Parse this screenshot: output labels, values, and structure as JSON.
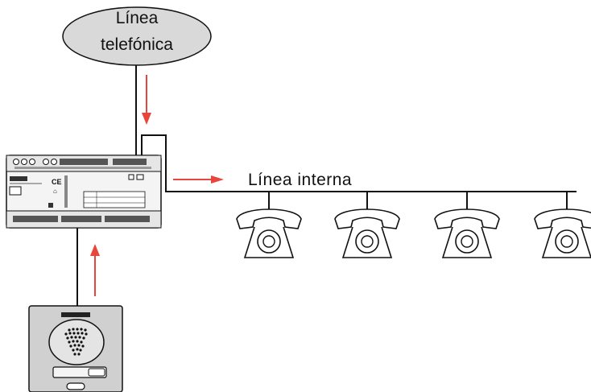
{
  "cloud": {
    "line1": "Línea",
    "line2": "telefónica"
  },
  "internal_line": {
    "label": "Línea interna"
  },
  "phones": [
    {
      "id": 1
    },
    {
      "id": 2
    },
    {
      "id": 3
    },
    {
      "id": 4
    }
  ],
  "colors": {
    "arrow": "#e8453c",
    "cloud_fill": "#d9d9d9",
    "stroke": "#111111",
    "panel": "#d0d0d0"
  }
}
